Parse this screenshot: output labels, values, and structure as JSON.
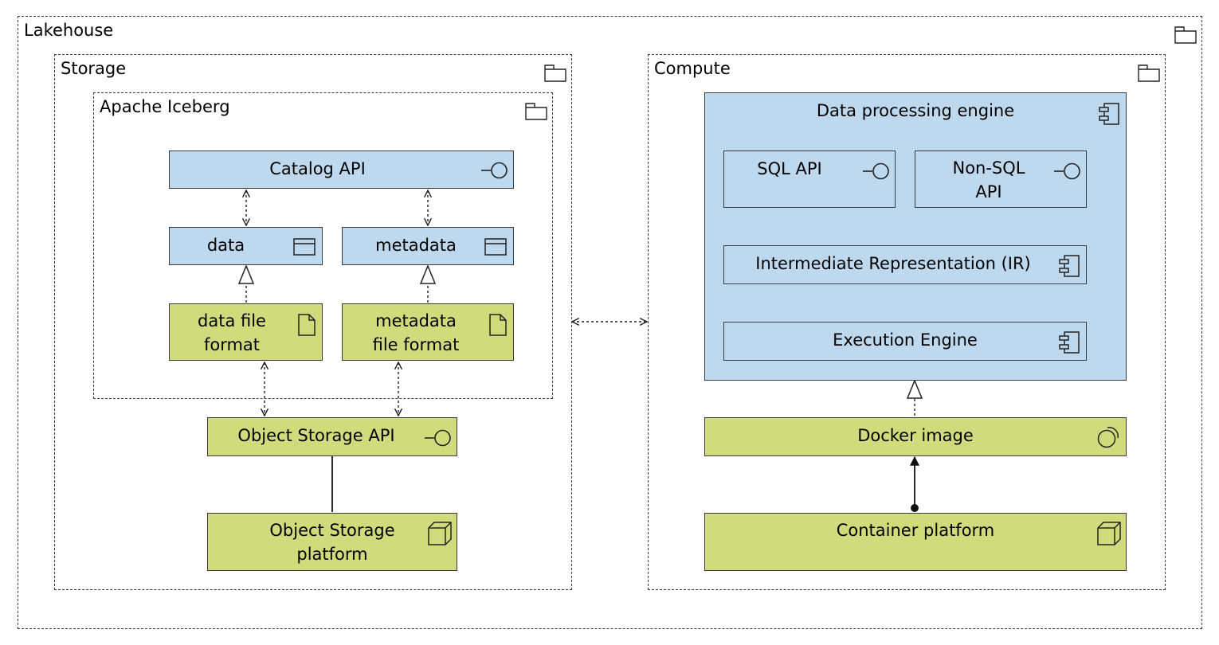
{
  "packages": {
    "lakehouse": "Lakehouse",
    "storage": "Storage",
    "iceberg": "Apache Iceberg",
    "compute": "Compute"
  },
  "storage_side": {
    "catalog_api": "Catalog API",
    "data": "data",
    "metadata": "metadata",
    "data_file_format": [
      "data file",
      "format"
    ],
    "metadata_file_format": [
      "metadata",
      "file format"
    ],
    "object_storage_api": "Object Storage API",
    "object_storage_platform": [
      "Object Storage",
      "platform"
    ]
  },
  "compute_side": {
    "engine": "Data processing engine",
    "sql_api": "SQL API",
    "non_sql_api": [
      "Non-SQL",
      "API"
    ],
    "ir": "Intermediate Representation (IR)",
    "execution_engine": "Execution Engine",
    "docker_image": "Docker image",
    "container_platform": "Container platform"
  },
  "colors": {
    "application_blue": "#bed9ee",
    "technology_green": "#d0dc7b",
    "line": "#3a3a3a"
  },
  "icons": {
    "package": "folder-tab-icon",
    "interface": "lollipop-interface-icon",
    "data_object": "data-object-icon",
    "artifact": "document-artifact-icon",
    "node": "3d-node-icon",
    "component": "component-icon",
    "system_software": "system-software-icon"
  }
}
